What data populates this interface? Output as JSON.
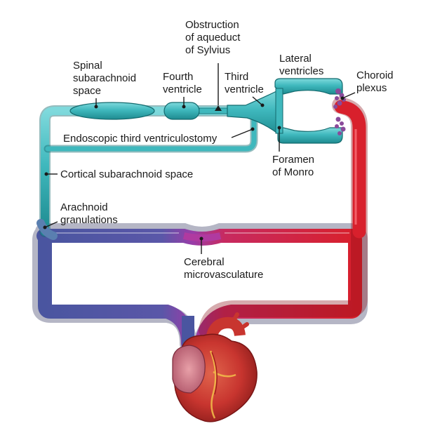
{
  "labels": {
    "obstruction": [
      "Obstruction",
      "of aqueduct",
      "of Sylvius"
    ],
    "lateral_ventricles": [
      "Lateral",
      "ventricles"
    ],
    "choroid_plexus": [
      "Choroid",
      "plexus"
    ],
    "spinal_subarachnoid": [
      "Spinal",
      "subarachnoid",
      "space"
    ],
    "fourth_ventricle": [
      "Fourth",
      "ventricle"
    ],
    "third_ventricle": [
      "Third",
      "ventricle"
    ],
    "endoscopic": [
      "Endoscopic third ventriculostomy"
    ],
    "foramen_monro": [
      "Foramen",
      "of Monro"
    ],
    "cortical_subarachnoid": [
      "Cortical subarachnoid space"
    ],
    "arachnoid_granulations": [
      "Arachnoid",
      "granulations"
    ],
    "cerebral_microvasculature": [
      "Cerebral",
      "microvasculature"
    ]
  },
  "colors": {
    "csf": "#3fb8bd",
    "csf_dark": "#1e8b90",
    "venous": "#4a55a0",
    "arterial": "#d8202c",
    "heart": "#c8352f"
  }
}
